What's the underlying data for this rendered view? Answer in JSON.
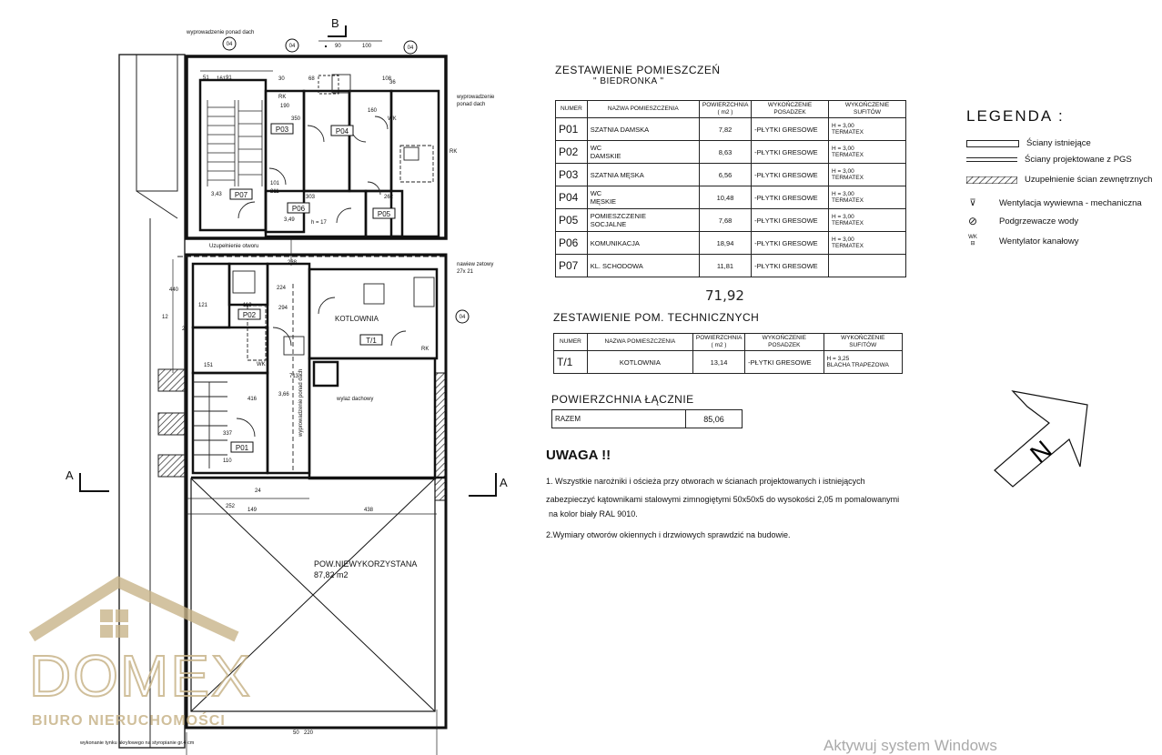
{
  "plan": {
    "labels": {
      "vent_roof_top": "wyprowadzenie ponad dach",
      "vent_roof_right": "wyprowadzenie\nponad dach",
      "vent_roof_mid": "wyprowadzenie ponad dach",
      "opening_fill": "Uzupełnienie otworu",
      "inlet": "nawiew zetowy\n27x 21",
      "roof_hatch": "wylaz dachowy",
      "boiler_room": "KOTLOWNIA",
      "unused_area": "POW.NIEWYKORZYSTANA",
      "unused_value": "87,82 m2",
      "insulation": "wykonanie tynku akrylowego na styropianie gr.4 cm",
      "section_a": "A",
      "section_b": "B",
      "rk": "RK",
      "wk": "WK"
    },
    "rooms": [
      "P07",
      "P03",
      "P04",
      "P06",
      "P05",
      "P02",
      "P01",
      "T/1"
    ],
    "dims": [
      "161",
      "51",
      "91",
      "30",
      "68",
      "108",
      "90",
      "100",
      "36",
      "190",
      "160",
      "350",
      "101",
      "211",
      "303",
      "262",
      "3,43",
      "3,49",
      "h = 17",
      "149",
      "238",
      "224",
      "294",
      "713",
      "119",
      "121",
      "12",
      "20",
      "151",
      "416",
      "337",
      "110",
      "3,66",
      "252",
      "438",
      "24",
      "440",
      "50",
      "220"
    ]
  },
  "rooms_table": {
    "title": "ZESTAWIENIE POMIESZCZEŃ",
    "subtitle": "\" BIEDRONKA \"",
    "headers": [
      "NUMER",
      "NAZWA POMIESZCZENIA",
      "POWIERZCHNIA ( m2 )",
      "WYKOŃCZENIE POSADZEK",
      "WYKOŃCZENIE SUFITÓW"
    ],
    "rows": [
      {
        "nr": "P01",
        "name": "SZATNIA DAMSKA",
        "area": "7,82",
        "floor": "-PŁYTKI GRESOWE",
        "ceiling": "H = 3,00\nTERMATEX"
      },
      {
        "nr": "P02",
        "name": "WC\nDAMSKIE",
        "area": "8,63",
        "floor": "-PŁYTKI GRESOWE",
        "ceiling": "H = 3,00\nTERMATEX"
      },
      {
        "nr": "P03",
        "name": "SZATNIA MĘSKA",
        "area": "6,56",
        "floor": "-PŁYTKI GRESOWE",
        "ceiling": "H = 3,00\nTERMATEX"
      },
      {
        "nr": "P04",
        "name": "WC\nMĘSKIE",
        "area": "10,48",
        "floor": "-PŁYTKI GRESOWE",
        "ceiling": "H = 3,00\nTERMATEX"
      },
      {
        "nr": "P05",
        "name": "POMIESZCZENIE\nSOCJALNE",
        "area": "7,68",
        "floor": "-PŁYTKI GRESOWE",
        "ceiling": "H = 3,00\nTERMATEX"
      },
      {
        "nr": "P06",
        "name": "KOMUNIKACJA",
        "area": "18,94",
        "floor": "-PŁYTKI GRESOWE",
        "ceiling": "H = 3,00\nTERMATEX"
      },
      {
        "nr": "P07",
        "name": "KL. SCHODOWA",
        "area": "11,81",
        "floor": "-PŁYTKI GRESOWE",
        "ceiling": ""
      }
    ],
    "handwritten_total": "71,92"
  },
  "tech_table": {
    "title": "ZESTAWIENIE POM. TECHNICZNYCH",
    "headers": [
      "NUMER",
      "NAZWA POMIESZCZENIA",
      "POWIERZCHNIA ( m2 )",
      "WYKOŃCZENIE POSADZEK",
      "WYKOŃCZENIE SUFITÓW"
    ],
    "rows": [
      {
        "nr": "T/1",
        "name": "KOTLOWNIA",
        "area": "13,14",
        "floor": "-PŁYTKI GRESOWE",
        "ceiling": "H = 3,25\nBLACHA TRAPEZOWA"
      }
    ]
  },
  "total": {
    "title": "POWIERZCHNIA ŁĄCZNIE",
    "label": "RAZEM",
    "value": "85,06"
  },
  "notes": {
    "title": "UWAGA !!",
    "line1": "1. Wszystkie narożniki i ościeża przy otworach w ścianach projektowanych i istniejących",
    "line2": "zabezpieczyć kątownikami stalowymi zimnogiętymi 50x50x5 do wysokości 2,05 m pomalowanymi",
    "line3": "na kolor biały RAL 9010.",
    "line4": "2.Wymiary otworów okiennych i drzwiowych sprawdzić na budowie."
  },
  "legend": {
    "title": "LEGENDA :",
    "items": [
      "Ściany istniejące",
      "Ściany projektowane z PGS",
      "Uzupełnienie ścian zewnętrznych",
      "Wentylacja wywiewna - mechaniczna",
      "Podgrzewacze wody",
      "Wentylator kanałowy"
    ],
    "wk": "WK"
  },
  "north": "N",
  "watermark": {
    "brand": "DOMEX",
    "sub": "BIURO NIERUCHOMOŚCI"
  },
  "windows_notice": "Aktywuj system Windows",
  "colors": {
    "ink": "#111111",
    "logo": "#c8b48a"
  }
}
